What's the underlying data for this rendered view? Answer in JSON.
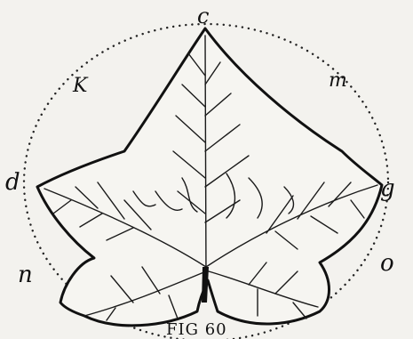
{
  "figure": {
    "caption": "FIG 60",
    "labels": {
      "c": "c",
      "K": "K",
      "m": "m",
      "d": "d",
      "g": "g",
      "n": "n",
      "o": "o"
    }
  }
}
